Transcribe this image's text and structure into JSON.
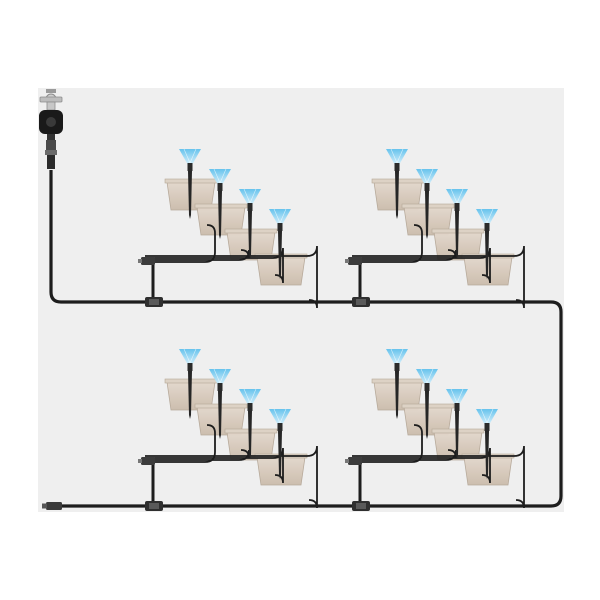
{
  "diagram": {
    "type": "drip-irrigation-layout",
    "colors": {
      "background": "#efefef",
      "tubing": "#1d1d1d",
      "planter": "#d9cdbf",
      "planter_edge": "#b5a797",
      "spray": "#6fc6ee",
      "spray_light": "#cdeefb",
      "connector": "#555555"
    },
    "source": {
      "tap": "tap-icon",
      "timer": "water-timer-icon"
    },
    "groups": [
      {
        "id": "top-left",
        "planters": 4,
        "drippers": 4
      },
      {
        "id": "top-right",
        "planters": 4,
        "drippers": 4
      },
      {
        "id": "bottom-left",
        "planters": 4,
        "drippers": 4
      },
      {
        "id": "bottom-right",
        "planters": 4,
        "drippers": 4
      }
    ],
    "end_cap": "end-plug-icon"
  }
}
